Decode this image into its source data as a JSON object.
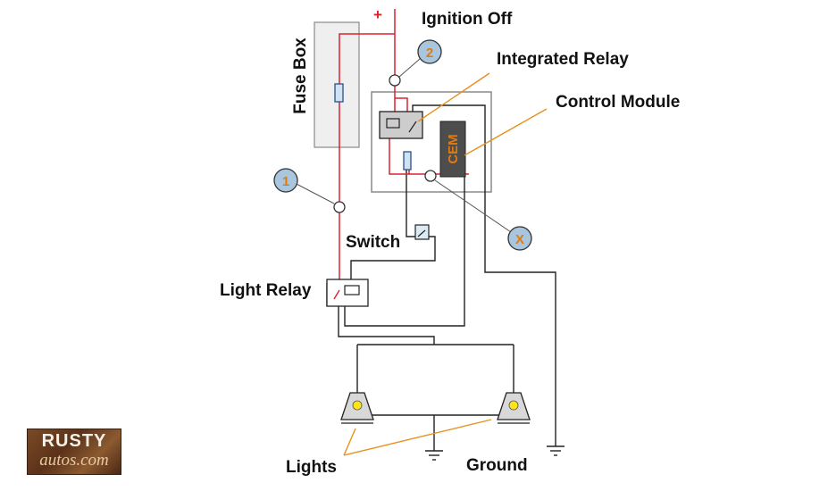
{
  "labels": {
    "ignition": "Ignition Off",
    "fuse_box": "Fuse Box",
    "integrated_relay": "Integrated Relay",
    "control_module": "Control Module",
    "switch": "Switch",
    "light_relay": "Light Relay",
    "lights": "Lights",
    "ground": "Ground",
    "plus": "+"
  },
  "module": {
    "cem": "CEM"
  },
  "callouts": {
    "one": "1",
    "two": "2",
    "x": "X"
  },
  "logo": {
    "line1": "RUSTY",
    "line2": "autos.com"
  },
  "colors": {
    "positive_wire": "#d9232e",
    "wire": "#222222",
    "leader": "#e8901c",
    "callout_fill": "#a9c6df",
    "callout_text": "#e07b12",
    "fuse_box_fill": "#efefef",
    "cem_fill": "#4d4d4d"
  }
}
